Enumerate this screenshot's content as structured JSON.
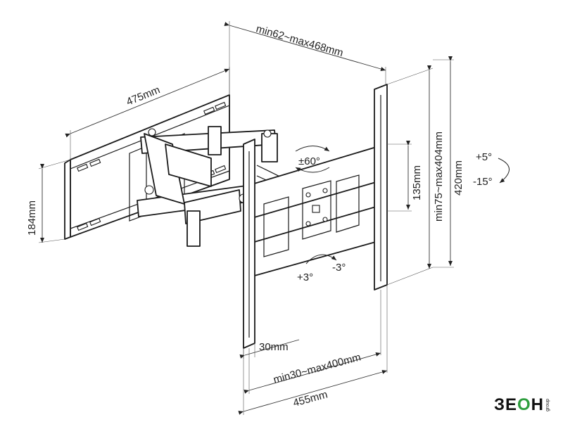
{
  "dimensions": {
    "arm_extension": "min62~max468mm",
    "wall_plate_width": "475mm",
    "wall_plate_height": "184mm",
    "swivel": "±60°",
    "tilt_up": "+5°",
    "tilt_down": "-15°",
    "vesa_vertical_min": "135mm",
    "vesa_vertical_range": "min75~max404mm",
    "bracket_height": "420mm",
    "rotation_pos": "+3°",
    "rotation_neg": "-3°",
    "rail_width": "30mm",
    "vesa_horizontal_range": "min30~max400mm",
    "bracket_width": "455mm"
  },
  "logo": {
    "part1": "ЗЕ",
    "part2": "О",
    "part3": "Н",
    "sub": "group"
  },
  "colors": {
    "line": "#1a1a1a",
    "logo_accent": "#2e9e3e"
  }
}
